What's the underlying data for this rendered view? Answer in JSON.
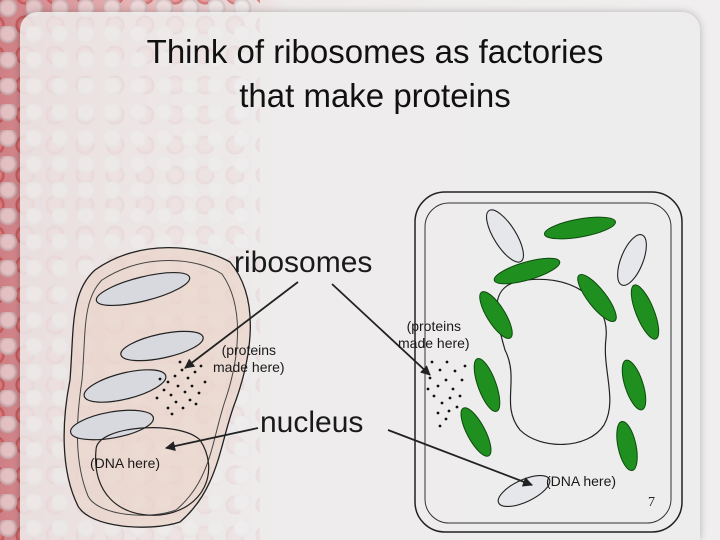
{
  "slide": {
    "title_line1": "Think of ribosomes as  factories",
    "title_line2": "that make proteins",
    "page_number": "7"
  },
  "labels": {
    "ribosomes": "ribosomes",
    "nucleus": "nucleus",
    "proteins_left_line1": "(proteins",
    "proteins_left_line2": "made here)",
    "proteins_right_line1": "(proteins",
    "proteins_right_line2": "made here)",
    "dna_left": "(DNA here)",
    "dna_right": "(DNA here)"
  },
  "colors": {
    "chloroplast": "#1f8f1f",
    "animal_cell": "#ead2c6",
    "vacuole": "#d7d9df",
    "arrow": "#222222"
  }
}
